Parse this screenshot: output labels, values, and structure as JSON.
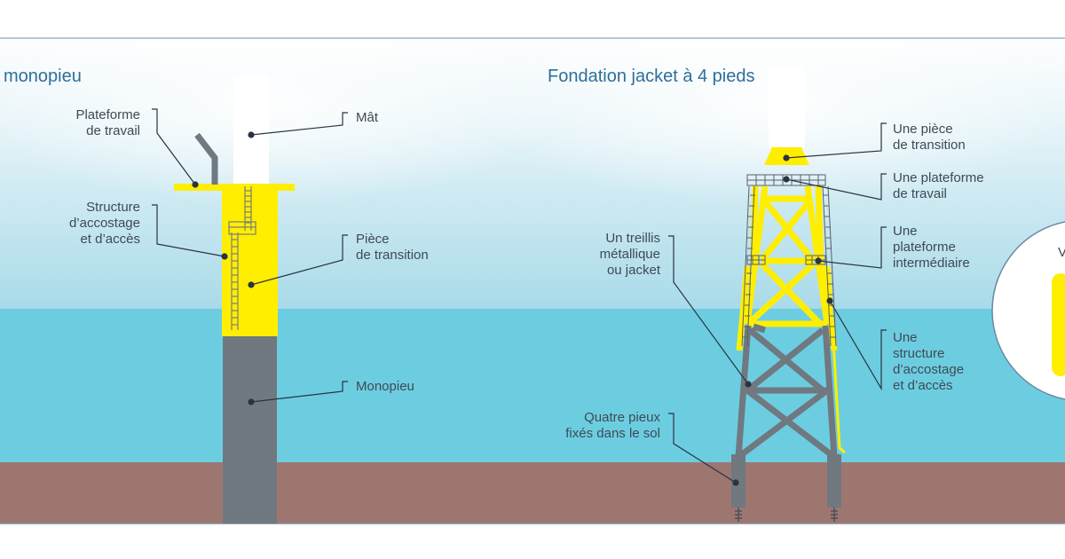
{
  "titles": {
    "monopile": "monopieu",
    "jacket": "Fondation jacket à 4 pieds"
  },
  "monopile_labels": {
    "platform": [
      "Plateforme",
      "de travail"
    ],
    "access": [
      "Structure",
      "d’accostage",
      "et d’accès"
    ],
    "mast": "Mât",
    "transition": [
      "Pièce",
      "de transition"
    ],
    "pile": "Monopieu"
  },
  "jacket_labels": {
    "transition": [
      "Une pièce",
      "de transition"
    ],
    "platform": [
      "Une plateforme",
      "de travail"
    ],
    "intermediate": [
      "Une",
      "plateforme",
      "intermédiaire"
    ],
    "access": [
      "Une",
      "structure",
      "d’accostage",
      "et d’accès"
    ],
    "lattice": [
      "Un treillis",
      "métallique",
      "ou jacket"
    ],
    "piles": [
      "Quatre pieux",
      "fixés dans le sol"
    ]
  },
  "side_panel": {
    "text": "V"
  },
  "colors": {
    "sky_top": "#ffffff",
    "sky_bottom": "#a9dbea",
    "sea": "#6ccde0",
    "seabed": "#9e7670",
    "yellow": "#ffee00",
    "grey": "#707880",
    "mast": "#ffffff",
    "label": "#3e4a55",
    "title": "#2e6f9a"
  }
}
